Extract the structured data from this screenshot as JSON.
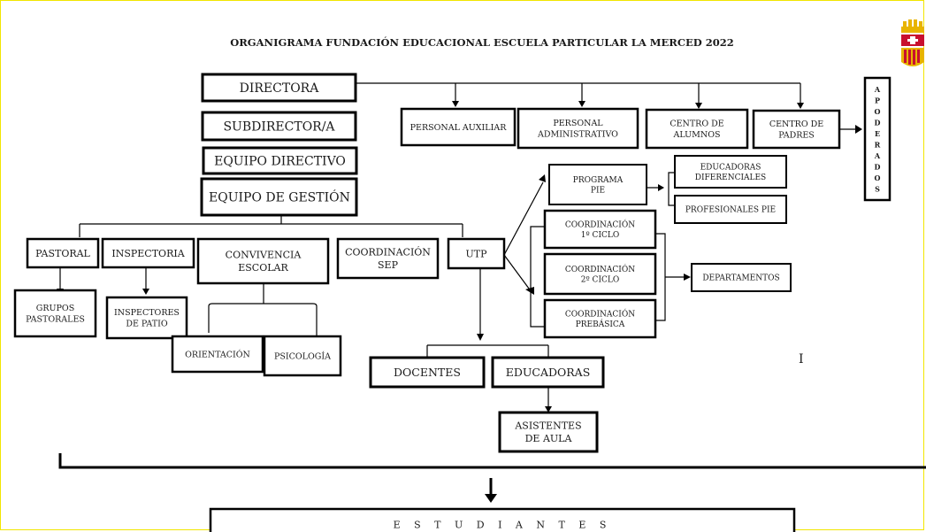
{
  "title": "ORGANIGRAMA FUNDACIÓN EDUCACIONAL ESCUELA PARTICULAR LA MERCED 2022",
  "colors": {
    "border": "#f2e600",
    "ink": "#000000",
    "crest_gold": "#e8b400",
    "crest_red": "#c8102e"
  },
  "boxes": {
    "directora": [
      "DIRECTORA"
    ],
    "subdirector": [
      "SUBDIRECTOR/A"
    ],
    "equipo_directivo": [
      "EQUIPO DIRECTIVO"
    ],
    "equipo_gestion": [
      "EQUIPO DE GESTIÓN"
    ],
    "personal_auxiliar": [
      "PERSONAL AUXILIAR"
    ],
    "personal_administrativo": [
      "PERSONAL",
      "ADMINISTRATIVO"
    ],
    "centro_alumnos": [
      "CENTRO DE",
      "ALUMNOS"
    ],
    "centro_padres": [
      "CENTRO DE",
      "PADRES"
    ],
    "apoderados": [
      "A",
      "P",
      "O",
      "D",
      "E",
      "R",
      "A",
      "D",
      "O",
      "S"
    ],
    "programa_pie": [
      "PROGRAMA",
      "PIE"
    ],
    "educadoras_diferenciales": [
      "EDUCADORAS",
      "DIFERENCIALES"
    ],
    "profesionales_pie": [
      "PROFESIONALES PIE"
    ],
    "coord_1": [
      "COORDINACIÓN",
      "1º CICLO"
    ],
    "coord_2": [
      "COORDINACIÓN",
      "2º CICLO"
    ],
    "coord_pre": [
      "COORDINACIÓN",
      "PREBÁSICA"
    ],
    "departamentos": [
      "DEPARTAMENTOS"
    ],
    "pastoral": [
      "PASTORAL"
    ],
    "inspectoria": [
      "INSPECTORIA"
    ],
    "convivencia": [
      "CONVIVENCIA",
      "ESCOLAR"
    ],
    "coord_sep": [
      "COORDINACIÓN",
      "SEP"
    ],
    "utp": [
      "UTP"
    ],
    "grupos_pastorales": [
      "GRUPOS",
      "PASTORALES"
    ],
    "inspectores": [
      "INSPECTORES",
      "DE PATIO"
    ],
    "orientacion": [
      "ORIENTACIÓN"
    ],
    "psicologia": [
      "PSICOLOGÍA"
    ],
    "docentes": [
      "DOCENTES"
    ],
    "educadoras": [
      "EDUCADORAS"
    ],
    "asistentes": [
      "ASISTENTES",
      "DE AULA"
    ],
    "estudiantes": [
      "E S T U D I A N T E S"
    ]
  },
  "stray_mark": "I"
}
